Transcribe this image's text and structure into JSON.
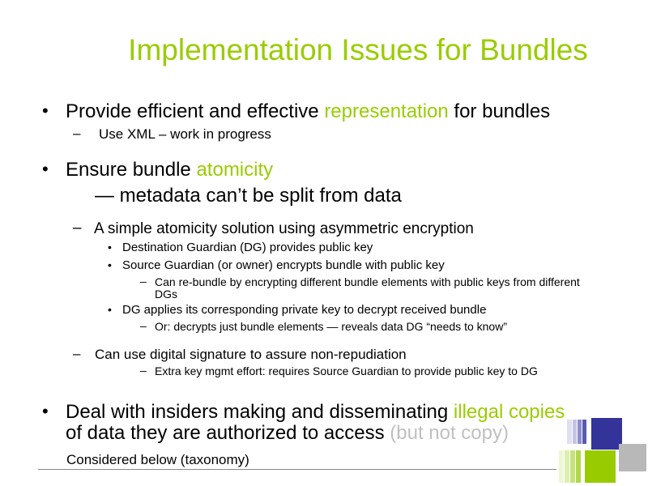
{
  "slide": {
    "title": "Implementation Issues for Bundles",
    "b1": {
      "pre": "Provide efficient and effective ",
      "hl": "representation",
      "post": " for bundles",
      "sub1": "Use XML – work in progress"
    },
    "b2": {
      "pre": "Ensure bundle ",
      "hl": "atomicity",
      "line2": "— metadata can’t be split from data",
      "sub1": "A simple atomicity solution using asymmetric encryption",
      "s1_items": [
        "Destination Guardian (DG) provides public key",
        "Source Guardian (or owner) encrypts bundle with public key"
      ],
      "s1_item2_sub_line1": "Can re-bundle by encrypting different bundle elements with public keys from different",
      "s1_item2_sub_line2": "DGs",
      "s1_item3": "DG applies its corresponding private key to decrypt received bundle",
      "s1_item3_sub": "Or: decrypts just bundle elements — reveals data DG “needs to know”",
      "sub2": "Can use digital signature to assure non-repudiation",
      "sub2_sub": "Extra key mgmt effort: requires Source Guardian to provide public key to DG"
    },
    "b3": {
      "pre": "Deal with insiders making and disseminating ",
      "hl": "illegal copies",
      "line2_pre": "of data they are authorized to access ",
      "line2_gray": "(but not copy)",
      "line3": "Considered below (taxonomy)"
    },
    "markers": {
      "bullet": "•",
      "dash": "–"
    },
    "colors": {
      "accent": "#99cc00",
      "gray_text": "#c0c0c0",
      "deco_purple": "#333399",
      "deco_green": "#99cc00"
    }
  }
}
